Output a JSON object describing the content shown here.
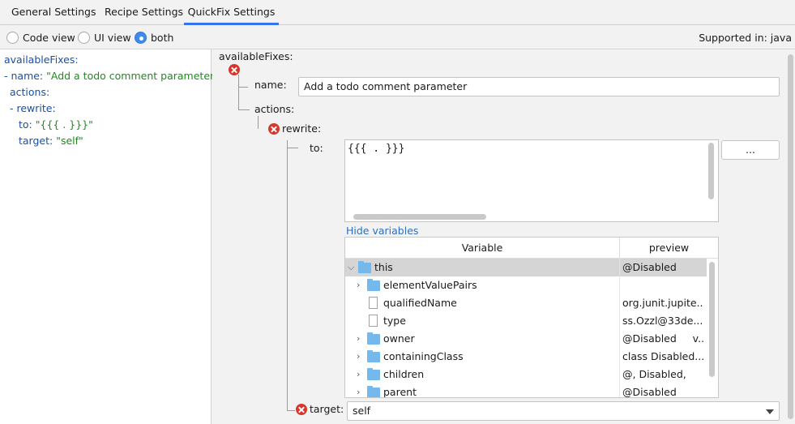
{
  "tabs": [
    {
      "label": "General Settings",
      "active": false
    },
    {
      "label": "Recipe Settings",
      "active": false
    },
    {
      "label": "QuickFix Settings",
      "active": true
    }
  ],
  "view_mode": {
    "options": [
      "Code view",
      "UI view",
      "both"
    ],
    "selected": "both"
  },
  "supported": "Supported in: java",
  "code_view": {
    "lines": [
      {
        "key": "availableFixes:",
        "value": ""
      },
      {
        "prefix": "- ",
        "key": "name:",
        "value": " \"Add a todo comment parameter\""
      },
      {
        "key": "actions:",
        "value": ""
      },
      {
        "prefix": "- ",
        "key": "rewrite:",
        "value": ""
      },
      {
        "key": "to:",
        "value": " \"{{{ . }}}\""
      },
      {
        "key": "target:",
        "value": " \"self\""
      }
    ]
  },
  "ui_view": {
    "available_fixes_label": "availableFixes:",
    "name_label": "name:",
    "name_value": "Add a todo comment parameter",
    "actions_label": "actions:",
    "rewrite_label": "rewrite:",
    "to_label": "to:",
    "to_value": "{{{ . }}}",
    "browse_button": "...",
    "hide_variables": "Hide variables",
    "target_label": "target:",
    "target_value": "self"
  },
  "variables": {
    "columns": [
      "Variable",
      "preview"
    ],
    "rows": [
      {
        "name": "this",
        "preview": "@Disabled",
        "icon": "folder-icon",
        "expander": "expanded",
        "selected": true,
        "level": 0
      },
      {
        "name": "elementValuePairs",
        "preview": "",
        "icon": "folder-icon",
        "expander": "collapsed",
        "selected": false,
        "level": 1
      },
      {
        "name": "qualifiedName",
        "preview": "org.junit.jupite...",
        "icon": "file-icon",
        "expander": "none",
        "selected": false,
        "level": 1
      },
      {
        "name": "type",
        "preview": "ss.Ozzl@33de...",
        "icon": "file-icon",
        "expander": "none",
        "selected": false,
        "level": 1
      },
      {
        "name": "owner",
        "preview": "@Disabled     v...",
        "icon": "folder-icon",
        "expander": "collapsed",
        "selected": false,
        "level": 1
      },
      {
        "name": "containingClass",
        "preview": "class Disabled...",
        "icon": "folder-icon",
        "expander": "collapsed",
        "selected": false,
        "level": 1
      },
      {
        "name": "children",
        "preview": "@, Disabled,",
        "icon": "folder-icon",
        "expander": "collapsed",
        "selected": false,
        "level": 1
      },
      {
        "name": "parent",
        "preview": "@Disabled",
        "icon": "folder-icon",
        "expander": "collapsed",
        "selected": false,
        "level": 1
      }
    ]
  },
  "colors": {
    "accent": "#3574f0",
    "error": "#d9362b",
    "key": "#1750a8",
    "string": "#1f8a1f",
    "link": "#2e6fbd"
  }
}
